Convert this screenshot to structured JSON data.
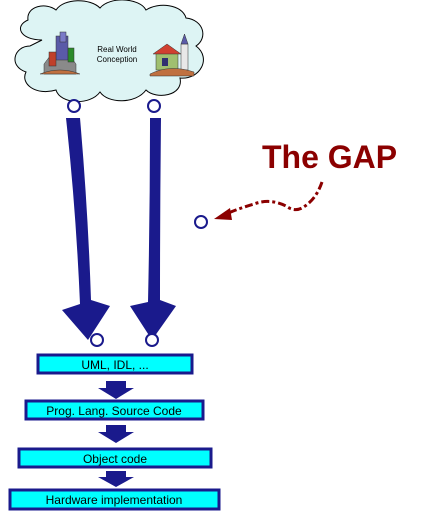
{
  "cloud": {
    "label_line1": "Real World",
    "label_line2": "Conception",
    "left_icon": "castle-icon",
    "right_icon": "town-icon"
  },
  "gap": {
    "title": "The GAP"
  },
  "layers": [
    {
      "label": "UML, IDL, ..."
    },
    {
      "label": "Prog. Lang. Source Code"
    },
    {
      "label": "Object code"
    },
    {
      "label": "Hardware implementation"
    }
  ],
  "colors": {
    "navy": "#1a1a8c",
    "box_fill": "#00ffff",
    "gap_red": "#8b0000",
    "cloud_fill": "#ddf4f4"
  }
}
